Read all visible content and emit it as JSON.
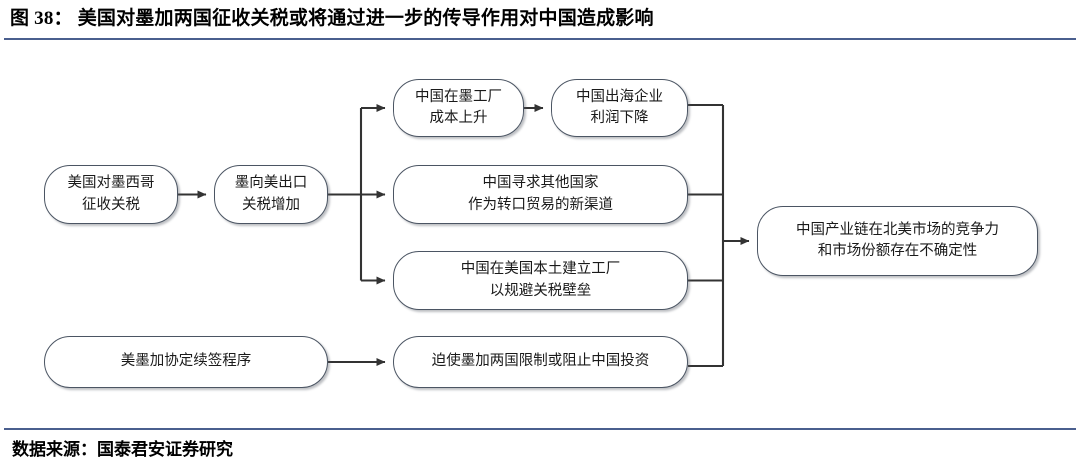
{
  "figure": {
    "number": "图 38：",
    "title": "图 38：  美国对墨加两国征收关税或将通过进一步的传导作用对中国造成影响",
    "source_note": "数据来源：国泰君安证券研究",
    "rule_color": "#4a5f8e",
    "node_border_color": "#4b5563",
    "arrow_color": "#333333"
  },
  "chart_data": {
    "type": "diagram",
    "title": "美国对墨加两国征收关税或将通过进一步的传导作用对中国造成影响",
    "nodes": [
      {
        "id": "us-tariff-mexico",
        "label": "美国对墨西哥\n征收关税"
      },
      {
        "id": "mex-export-tariff",
        "label": "墨向美出口\n关税增加"
      },
      {
        "id": "china-plant-cost",
        "label": "中国在墨工厂\n成本上升"
      },
      {
        "id": "china-profit-drop",
        "label": "中国出海企业\n利润下降"
      },
      {
        "id": "transit-trade",
        "label": "中国寻求其他国家\n作为转口贸易的新渠道"
      },
      {
        "id": "us-local-plant",
        "label": "中国在美国本土建立工厂\n以规避关税壁垒"
      },
      {
        "id": "usmca-renewal",
        "label": "美墨加协定续签程序"
      },
      {
        "id": "restrict-invest",
        "label": "迫使墨加两国限制或阻止中国投资"
      },
      {
        "id": "uncertainty",
        "label": "中国产业链在北美市场的竞争力\n和市场份额存在不确定性"
      }
    ],
    "edges": [
      {
        "from": "us-tariff-mexico",
        "to": "mex-export-tariff"
      },
      {
        "from": "mex-export-tariff",
        "to": "china-plant-cost"
      },
      {
        "from": "mex-export-tariff",
        "to": "transit-trade"
      },
      {
        "from": "mex-export-tariff",
        "to": "us-local-plant"
      },
      {
        "from": "china-plant-cost",
        "to": "china-profit-drop"
      },
      {
        "from": "usmca-renewal",
        "to": "restrict-invest"
      },
      {
        "from": "china-profit-drop",
        "to": "uncertainty"
      },
      {
        "from": "transit-trade",
        "to": "uncertainty"
      },
      {
        "from": "us-local-plant",
        "to": "uncertainty"
      },
      {
        "from": "restrict-invest",
        "to": "uncertainty"
      }
    ]
  }
}
